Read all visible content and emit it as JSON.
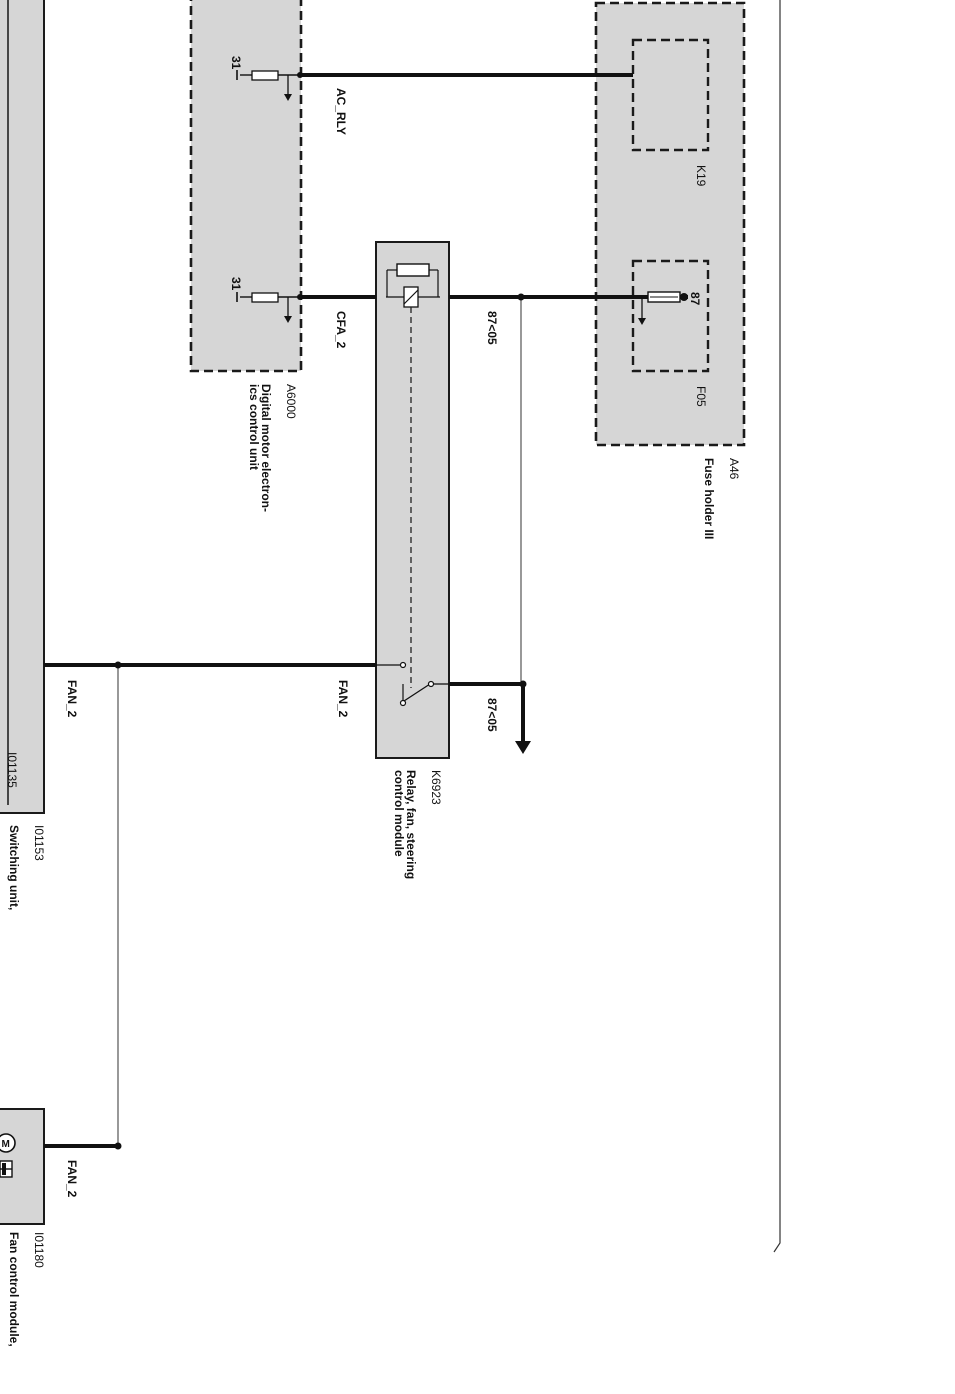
{
  "a6000": {
    "id": "A6000",
    "desc_line1": "Digital motor electron-",
    "desc_line2": "ics control unit",
    "pin_top": "31",
    "pin_bottom": "31"
  },
  "a46": {
    "id": "A46",
    "desc": "Fuse holder III",
    "k19": "K19",
    "f05": "F05",
    "pin_87": "87"
  },
  "k6923": {
    "id": "K6923",
    "desc_line1": "Relay, fan, steering",
    "desc_line2": "control module"
  },
  "i01153": {
    "id": "I01153",
    "desc": "Switching unit,",
    "partial_id": "I01135"
  },
  "i01180": {
    "id": "I01180",
    "desc": "Fan control module,"
  },
  "signals": {
    "ac_rly": "AC_RLY",
    "cfa_2": "CFA_2",
    "fan_2_switch": "FAN_2",
    "fan_2_relay": "FAN_2",
    "fan_2_module": "FAN_2",
    "n87_05_top": "87<05",
    "n87_05_bottom": "87<05"
  }
}
